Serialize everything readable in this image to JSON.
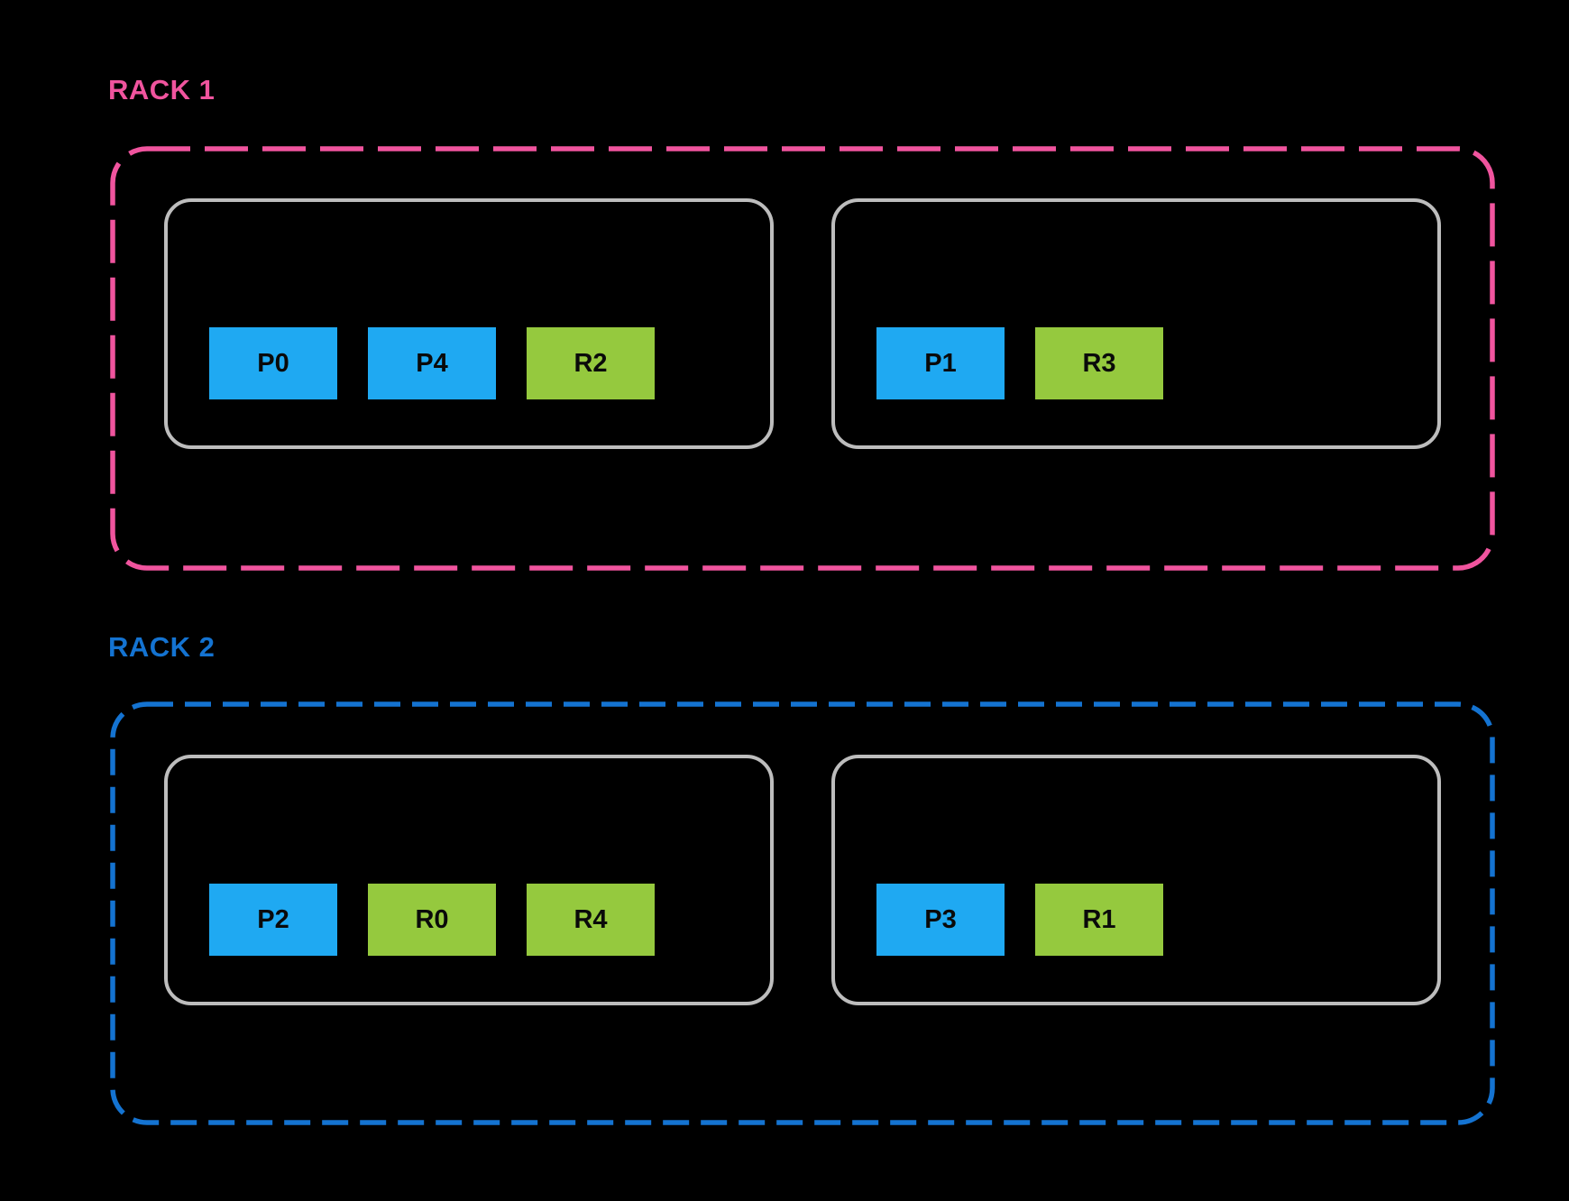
{
  "colors": {
    "background": "#000000",
    "rack1_accent": "#F0549E",
    "rack2_accent": "#1473D1",
    "primary_block": "#1FA9F2",
    "replica_block": "#95C93E",
    "host_border": "#BDBDBD",
    "block_text": "#0A0A0A"
  },
  "racks": [
    {
      "name": "RACK 1",
      "hosts": [
        {
          "nodes": [
            {
              "label": "P0",
              "type": "primary"
            },
            {
              "label": "P4",
              "type": "primary"
            },
            {
              "label": "R2",
              "type": "replica"
            }
          ]
        },
        {
          "nodes": [
            {
              "label": "P1",
              "type": "primary"
            },
            {
              "label": "R3",
              "type": "replica"
            }
          ]
        }
      ]
    },
    {
      "name": "RACK 2",
      "hosts": [
        {
          "nodes": [
            {
              "label": "P2",
              "type": "primary"
            },
            {
              "label": "R0",
              "type": "replica"
            },
            {
              "label": "R4",
              "type": "replica"
            }
          ]
        },
        {
          "nodes": [
            {
              "label": "P3",
              "type": "primary"
            },
            {
              "label": "R1",
              "type": "replica"
            }
          ]
        }
      ]
    }
  ]
}
